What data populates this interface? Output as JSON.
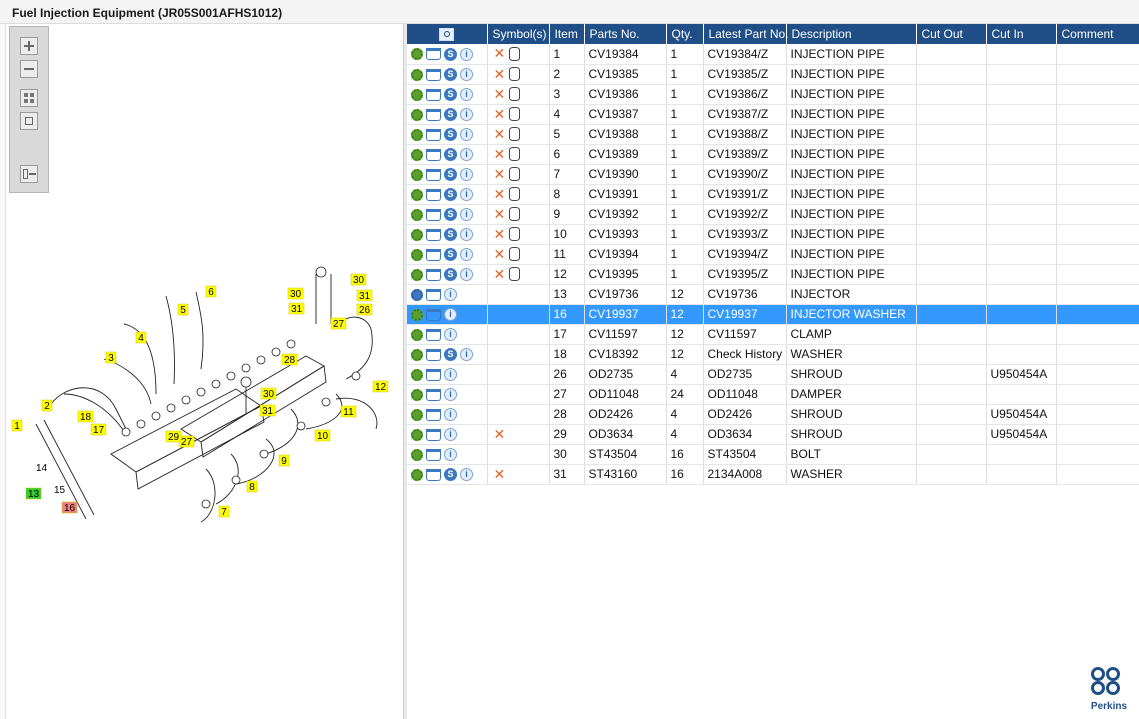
{
  "window": {
    "title": "Fuel Injection Equipment (JR05S001AFHS1012)"
  },
  "toolbar": {
    "buttons": [
      "zoom-in",
      "zoom-out",
      "fit-view",
      "actual-size",
      "export"
    ]
  },
  "drawing": {
    "callouts": [
      {
        "label": "1",
        "color": "#ffff00"
      },
      {
        "label": "2",
        "color": "#ffff00"
      },
      {
        "label": "3",
        "color": "#ffff00"
      },
      {
        "label": "4",
        "color": "#ffff00"
      },
      {
        "label": "5",
        "color": "#ffff00"
      },
      {
        "label": "6",
        "color": "#ffff00"
      },
      {
        "label": "7",
        "color": "#ffff00"
      },
      {
        "label": "8",
        "color": "#ffff00"
      },
      {
        "label": "9",
        "color": "#ffff00"
      },
      {
        "label": "10",
        "color": "#ffff00"
      },
      {
        "label": "11",
        "color": "#ffff00"
      },
      {
        "label": "12",
        "color": "#ffff00"
      },
      {
        "label": "13",
        "color": "#33cc33"
      },
      {
        "label": "14",
        "color": "#ffffff"
      },
      {
        "label": "15",
        "color": "#ffffff"
      },
      {
        "label": "16",
        "color": "#f08080"
      },
      {
        "label": "17",
        "color": "#ffff00"
      },
      {
        "label": "18",
        "color": "#ffff00"
      },
      {
        "label": "26",
        "color": "#ffff00"
      },
      {
        "label": "27",
        "color": "#ffff00"
      },
      {
        "label": "27",
        "color": "#ffff00"
      },
      {
        "label": "28",
        "color": "#ffff00"
      },
      {
        "label": "29",
        "color": "#ffff00"
      },
      {
        "label": "30",
        "color": "#ffff00"
      },
      {
        "label": "30",
        "color": "#ffff00"
      },
      {
        "label": "30",
        "color": "#ffff00"
      },
      {
        "label": "31",
        "color": "#ffff00"
      },
      {
        "label": "31",
        "color": "#ffff00"
      },
      {
        "label": "31",
        "color": "#ffff00"
      }
    ]
  },
  "table": {
    "columns": [
      "",
      "Symbol(s)",
      "Item",
      "Parts No.",
      "Qty.",
      "Latest Part No.",
      "Description",
      "Cut Out",
      "Cut In",
      "Comment"
    ],
    "rows": [
      {
        "icons": [
          "gear-icon",
          "cart-icon",
          "s-icon",
          "info-icon"
        ],
        "symbols": [
          "cross",
          "can"
        ],
        "item": "1",
        "part": "CV19384",
        "qty": "1",
        "latest": "CV19384/Z",
        "desc": "INJECTION PIPE",
        "cut_out": "",
        "cut_in": "",
        "comment": "",
        "selected": false
      },
      {
        "icons": [
          "gear-icon",
          "cart-icon",
          "s-icon",
          "info-icon"
        ],
        "symbols": [
          "cross",
          "can"
        ],
        "item": "2",
        "part": "CV19385",
        "qty": "1",
        "latest": "CV19385/Z",
        "desc": "INJECTION PIPE",
        "cut_out": "",
        "cut_in": "",
        "comment": "",
        "selected": false
      },
      {
        "icons": [
          "gear-icon",
          "cart-icon",
          "s-icon",
          "info-icon"
        ],
        "symbols": [
          "cross",
          "can"
        ],
        "item": "3",
        "part": "CV19386",
        "qty": "1",
        "latest": "CV19386/Z",
        "desc": "INJECTION PIPE",
        "cut_out": "",
        "cut_in": "",
        "comment": "",
        "selected": false
      },
      {
        "icons": [
          "gear-icon",
          "cart-icon",
          "s-icon",
          "info-icon"
        ],
        "symbols": [
          "cross",
          "can"
        ],
        "item": "4",
        "part": "CV19387",
        "qty": "1",
        "latest": "CV19387/Z",
        "desc": "INJECTION PIPE",
        "cut_out": "",
        "cut_in": "",
        "comment": "",
        "selected": false
      },
      {
        "icons": [
          "gear-icon",
          "cart-icon",
          "s-icon",
          "info-icon"
        ],
        "symbols": [
          "cross",
          "can"
        ],
        "item": "5",
        "part": "CV19388",
        "qty": "1",
        "latest": "CV19388/Z",
        "desc": "INJECTION PIPE",
        "cut_out": "",
        "cut_in": "",
        "comment": "",
        "selected": false
      },
      {
        "icons": [
          "gear-icon",
          "cart-icon",
          "s-icon",
          "info-icon"
        ],
        "symbols": [
          "cross",
          "can"
        ],
        "item": "6",
        "part": "CV19389",
        "qty": "1",
        "latest": "CV19389/Z",
        "desc": "INJECTION PIPE",
        "cut_out": "",
        "cut_in": "",
        "comment": "",
        "selected": false
      },
      {
        "icons": [
          "gear-icon",
          "cart-icon",
          "s-icon",
          "info-icon"
        ],
        "symbols": [
          "cross",
          "can"
        ],
        "item": "7",
        "part": "CV19390",
        "qty": "1",
        "latest": "CV19390/Z",
        "desc": "INJECTION PIPE",
        "cut_out": "",
        "cut_in": "",
        "comment": "",
        "selected": false
      },
      {
        "icons": [
          "gear-icon",
          "cart-icon",
          "s-icon",
          "info-icon"
        ],
        "symbols": [
          "cross",
          "can"
        ],
        "item": "8",
        "part": "CV19391",
        "qty": "1",
        "latest": "CV19391/Z",
        "desc": "INJECTION PIPE",
        "cut_out": "",
        "cut_in": "",
        "comment": "",
        "selected": false
      },
      {
        "icons": [
          "gear-icon",
          "cart-icon",
          "s-icon",
          "info-icon"
        ],
        "symbols": [
          "cross",
          "can"
        ],
        "item": "9",
        "part": "CV19392",
        "qty": "1",
        "latest": "CV19392/Z",
        "desc": "INJECTION PIPE",
        "cut_out": "",
        "cut_in": "",
        "comment": "",
        "selected": false
      },
      {
        "icons": [
          "gear-icon",
          "cart-icon",
          "s-icon",
          "info-icon"
        ],
        "symbols": [
          "cross",
          "can"
        ],
        "item": "10",
        "part": "CV19393",
        "qty": "1",
        "latest": "CV19393/Z",
        "desc": "INJECTION PIPE",
        "cut_out": "",
        "cut_in": "",
        "comment": "",
        "selected": false
      },
      {
        "icons": [
          "gear-icon",
          "cart-icon",
          "s-icon",
          "info-icon"
        ],
        "symbols": [
          "cross",
          "can"
        ],
        "item": "11",
        "part": "CV19394",
        "qty": "1",
        "latest": "CV19394/Z",
        "desc": "INJECTION PIPE",
        "cut_out": "",
        "cut_in": "",
        "comment": "",
        "selected": false
      },
      {
        "icons": [
          "gear-icon",
          "cart-icon",
          "s-icon",
          "info-icon"
        ],
        "symbols": [
          "cross",
          "can"
        ],
        "item": "12",
        "part": "CV19395",
        "qty": "1",
        "latest": "CV19395/Z",
        "desc": "INJECTION PIPE",
        "cut_out": "",
        "cut_in": "",
        "comment": "",
        "selected": false
      },
      {
        "icons": [
          "gears-icon",
          "cart-icon",
          "info-icon"
        ],
        "symbols": [],
        "item": "13",
        "part": "CV19736",
        "qty": "12",
        "latest": "CV19736",
        "desc": "INJECTOR",
        "cut_out": "",
        "cut_in": "",
        "comment": "",
        "selected": false
      },
      {
        "icons": [
          "gear-icon",
          "cart-icon",
          "info-icon"
        ],
        "symbols": [],
        "item": "16",
        "part": "CV19937",
        "qty": "12",
        "latest": "CV19937",
        "desc": "INJECTOR WASHER",
        "cut_out": "",
        "cut_in": "",
        "comment": "",
        "selected": true
      },
      {
        "icons": [
          "gear-icon",
          "cart-icon",
          "info-icon"
        ],
        "symbols": [],
        "item": "17",
        "part": "CV11597",
        "qty": "12",
        "latest": "CV11597",
        "desc": "CLAMP",
        "cut_out": "",
        "cut_in": "",
        "comment": "",
        "selected": false
      },
      {
        "icons": [
          "gear-icon",
          "cart-icon",
          "s-icon",
          "info-icon"
        ],
        "symbols": [],
        "item": "18",
        "part": "CV18392",
        "qty": "12",
        "latest": "Check History",
        "desc": "WASHER",
        "cut_out": "",
        "cut_in": "",
        "comment": "",
        "selected": false
      },
      {
        "icons": [
          "gear-icon",
          "cart-icon",
          "info-icon"
        ],
        "symbols": [],
        "item": "26",
        "part": "OD2735",
        "qty": "4",
        "latest": "OD2735",
        "desc": "SHROUD",
        "cut_out": "",
        "cut_in": "U950454A",
        "comment": "",
        "selected": false
      },
      {
        "icons": [
          "gear-icon",
          "cart-icon",
          "info-icon"
        ],
        "symbols": [],
        "item": "27",
        "part": "OD11048",
        "qty": "24",
        "latest": "OD11048",
        "desc": "DAMPER",
        "cut_out": "",
        "cut_in": "",
        "comment": "",
        "selected": false
      },
      {
        "icons": [
          "gear-icon",
          "cart-icon",
          "info-icon"
        ],
        "symbols": [],
        "item": "28",
        "part": "OD2426",
        "qty": "4",
        "latest": "OD2426",
        "desc": "SHROUD",
        "cut_out": "",
        "cut_in": "U950454A",
        "comment": "",
        "selected": false
      },
      {
        "icons": [
          "gear-icon",
          "cart-icon",
          "info-icon"
        ],
        "symbols": [
          "cross"
        ],
        "item": "29",
        "part": "OD3634",
        "qty": "4",
        "latest": "OD3634",
        "desc": "SHROUD",
        "cut_out": "",
        "cut_in": "U950454A",
        "comment": "",
        "selected": false
      },
      {
        "icons": [
          "gear-icon",
          "cart-icon",
          "info-icon"
        ],
        "symbols": [],
        "item": "30",
        "part": "ST43504",
        "qty": "16",
        "latest": "ST43504",
        "desc": "BOLT",
        "cut_out": "",
        "cut_in": "",
        "comment": "",
        "selected": false
      },
      {
        "icons": [
          "gear-icon",
          "cart-icon",
          "s-icon",
          "info-icon"
        ],
        "symbols": [
          "cross"
        ],
        "item": "31",
        "part": "ST43160",
        "qty": "16",
        "latest": "2134A008",
        "desc": "WASHER",
        "cut_out": "",
        "cut_in": "",
        "comment": "",
        "selected": false
      }
    ]
  },
  "brand": {
    "name": "Perkins"
  },
  "colors": {
    "header": "#1f4f86",
    "selected_row": "#3399ff",
    "callout": "#ffff00",
    "callout_green": "#33cc33",
    "callout_red": "#f08080"
  }
}
